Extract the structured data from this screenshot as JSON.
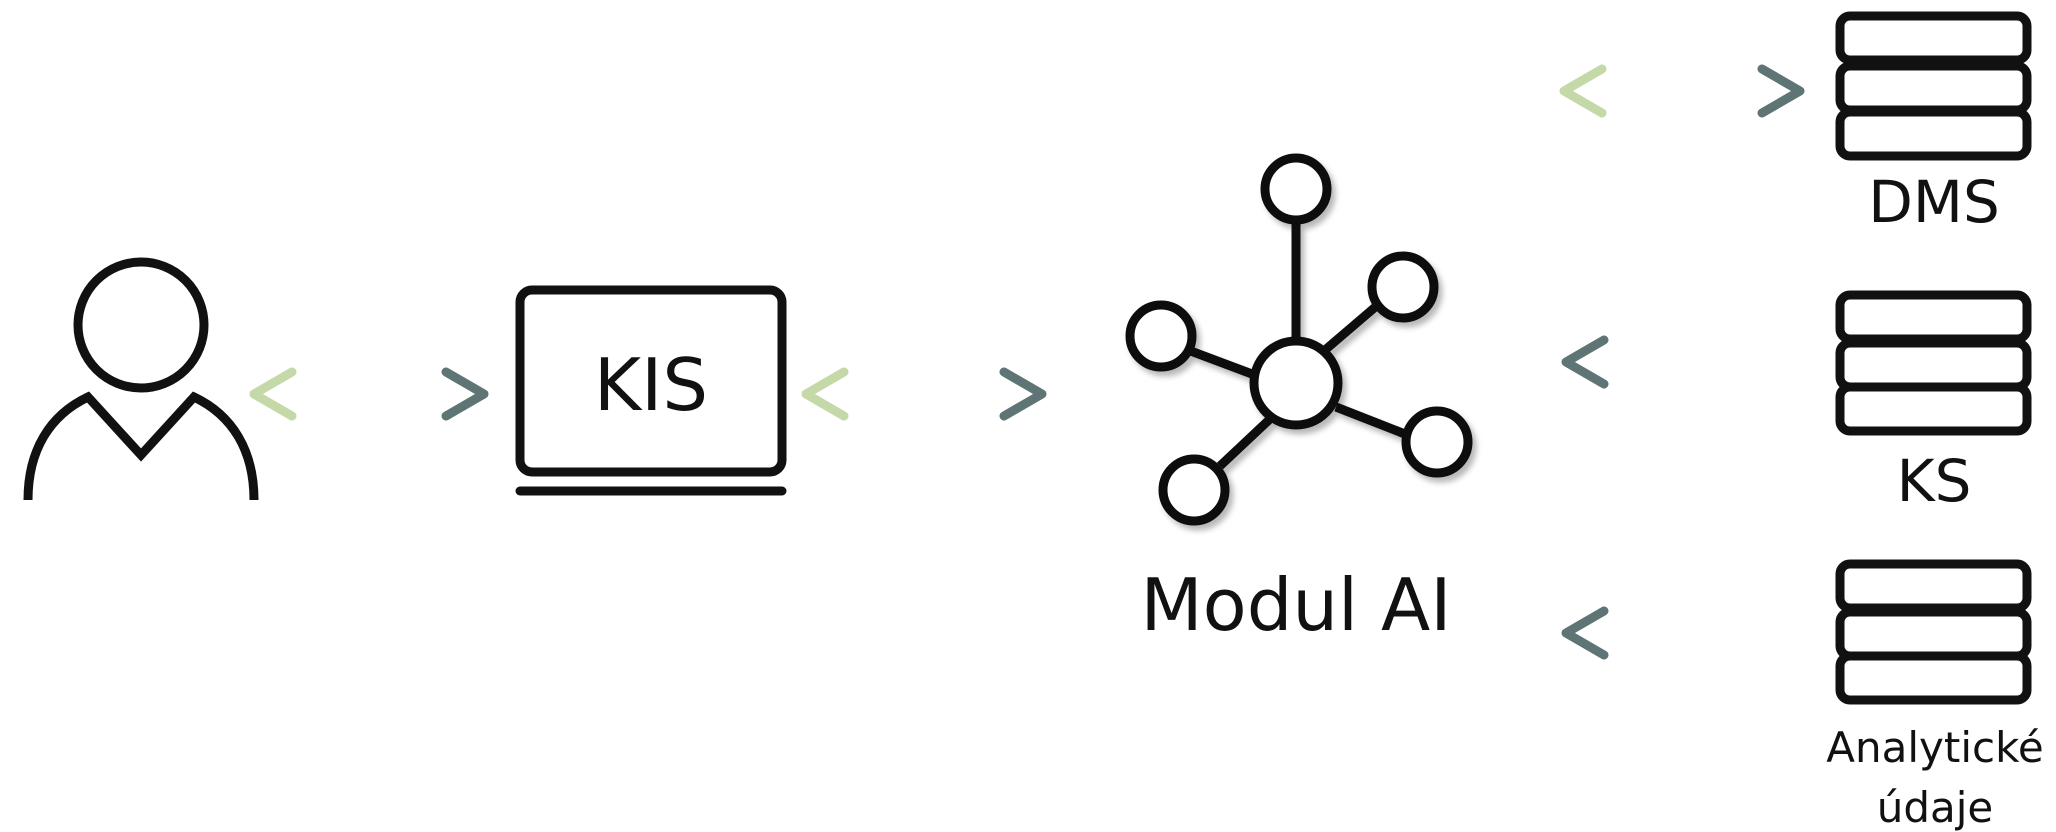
{
  "laptop": {
    "label": "KIS"
  },
  "hub": {
    "label": "Modul AI"
  },
  "stores": [
    {
      "label_lines": [
        "DMS"
      ]
    },
    {
      "label_lines": [
        "KS"
      ]
    },
    {
      "label_lines": [
        "Analytické",
        "údaje"
      ]
    }
  ],
  "colors": {
    "stroke": "#111111",
    "arrow_light": "#c5d9a8",
    "arrow_dark": "#5f7575"
  },
  "icons": [
    "person-icon",
    "laptop-icon",
    "network-hub-icon",
    "database-icon"
  ]
}
